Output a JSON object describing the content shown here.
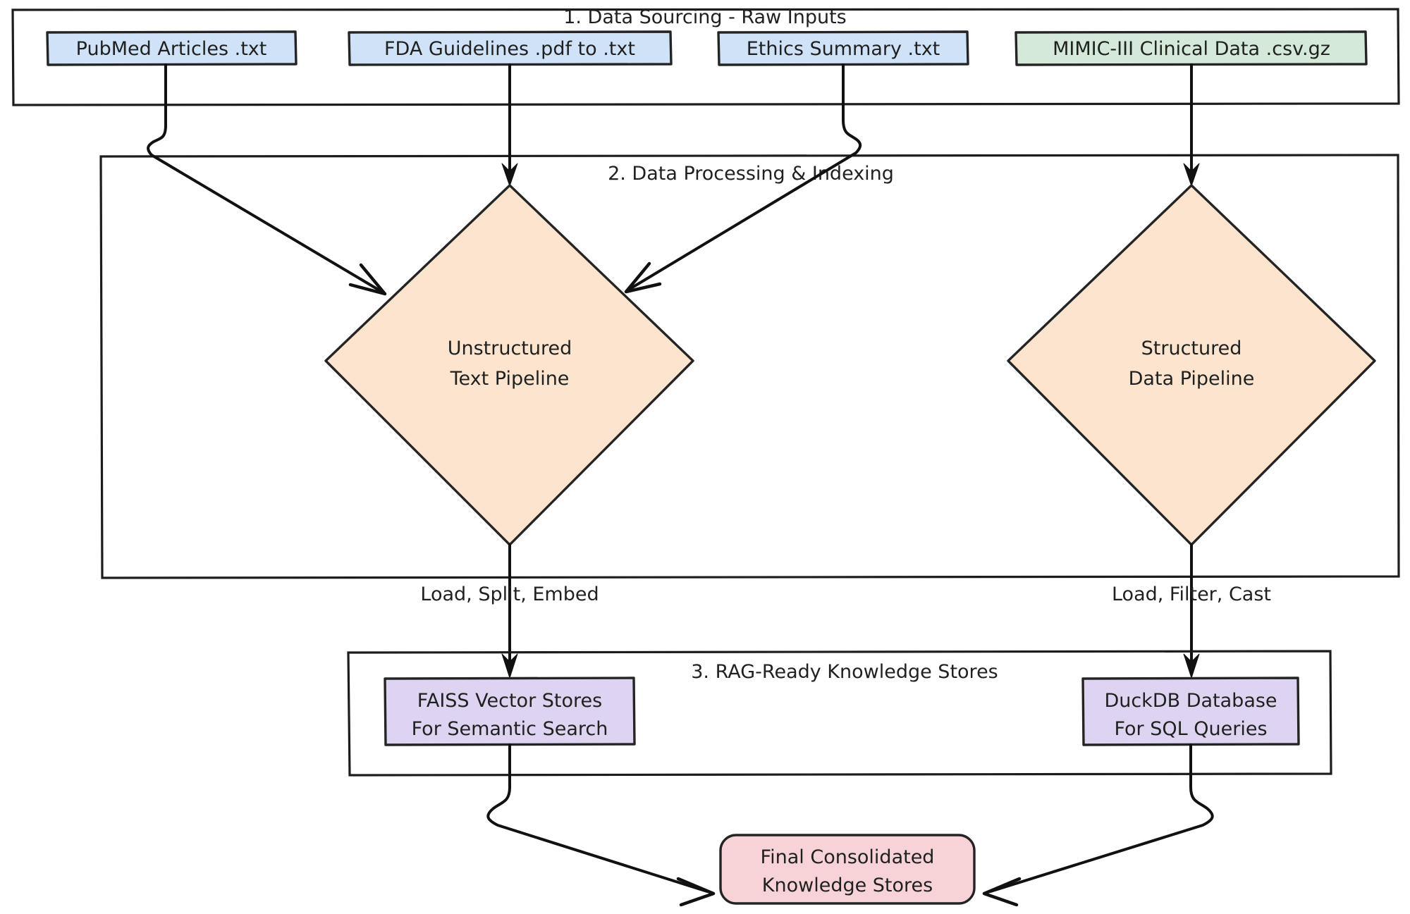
{
  "diagram": {
    "title": "RAG Data Pipeline Flowchart",
    "background": "#ffffff",
    "sections": [
      {
        "id": "s1",
        "title": "1. Data Sourcing - Raw Inputs"
      },
      {
        "id": "s2",
        "title": "2. Data Processing & Indexing"
      },
      {
        "id": "s3",
        "title": "3. RAG-Ready Knowledge Stores"
      }
    ],
    "nodes": {
      "pubmed": {
        "label": "PubMed Articles .txt",
        "fill": "#cfe2f7",
        "stroke": "#2a2a2a",
        "shape": "rect"
      },
      "fda": {
        "label": "FDA Guidelines .pdf to .txt",
        "fill": "#cfe2f7",
        "stroke": "#2a2a2a",
        "shape": "rect"
      },
      "ethics": {
        "label": "Ethics Summary .txt",
        "fill": "#cfe2f7",
        "stroke": "#2a2a2a",
        "shape": "rect"
      },
      "mimic": {
        "label": "MIMIC-III Clinical Data .csv.gz",
        "fill": "#d4e9d7",
        "stroke": "#2a2a2a",
        "shape": "rect"
      },
      "unstruct_l1": {
        "label": "Unstructured"
      },
      "unstruct_l2": {
        "label": "Text Pipeline"
      },
      "struct_l1": {
        "label": "Structured"
      },
      "struct_l2": {
        "label": "Data Pipeline"
      },
      "unstructured_diamond": {
        "fill": "#fce4ce",
        "stroke": "#2a2a2a",
        "shape": "diamond"
      },
      "structured_diamond": {
        "fill": "#fce4ce",
        "stroke": "#2a2a2a",
        "shape": "diamond"
      },
      "faiss_l1": {
        "label": "FAISS Vector Stores"
      },
      "faiss_l2": {
        "label": "For Semantic Search"
      },
      "faiss_box": {
        "fill": "#ded3f0",
        "stroke": "#2a2a2a",
        "shape": "rect"
      },
      "duckdb_l1": {
        "label": "DuckDB Database"
      },
      "duckdb_l2": {
        "label": "For SQL Queries"
      },
      "duckdb_box": {
        "fill": "#ded3f0",
        "stroke": "#2a2a2a",
        "shape": "rect"
      },
      "final_l1": {
        "label": "Final Consolidated"
      },
      "final_l2": {
        "label": "Knowledge Stores"
      },
      "final_box": {
        "fill": "#f7d3d7",
        "stroke": "#2a2a2a",
        "shape": "rounded-rect"
      }
    },
    "edge_labels": {
      "unstructured_to_faiss": "Load, Split, Embed",
      "structured_to_duckdb": "Load, Filter, Cast"
    },
    "colors": {
      "source_text_fill": "#cfe2f7",
      "source_data_fill": "#d4e9d7",
      "pipeline_fill": "#fce4ce",
      "store_fill": "#ded3f0",
      "final_fill": "#f7d3d7",
      "stroke": "#2a2a2a",
      "edge": "#111111"
    }
  }
}
